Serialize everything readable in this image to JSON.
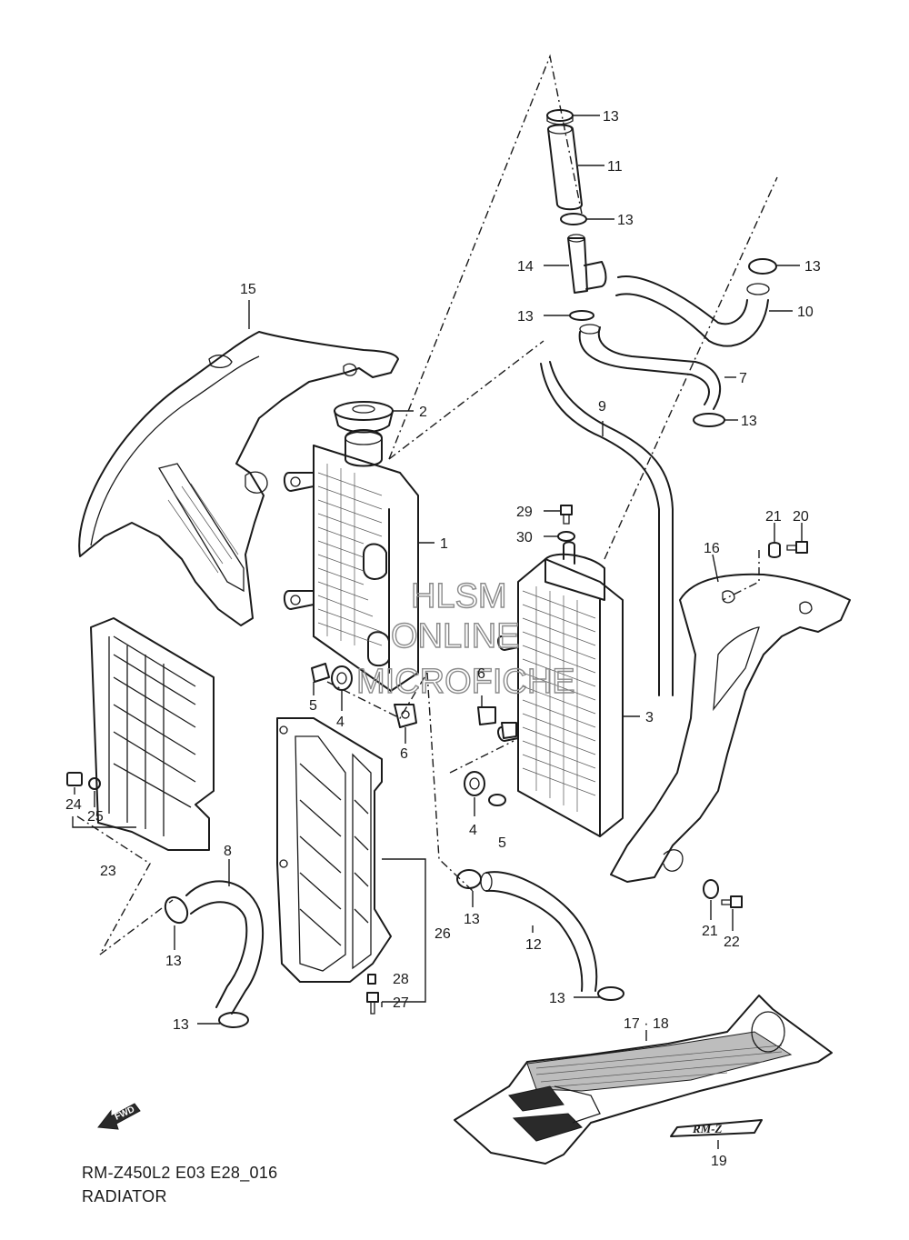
{
  "diagram": {
    "code": "RM-Z450L2 E03 E28_016",
    "title": "RADIATOR",
    "watermark": [
      "HLSM",
      "ONLINE",
      "MICROFICHE"
    ],
    "fwd_label": "FWD",
    "logo_label": "RM-Z"
  },
  "callouts": {
    "c1": "1",
    "c2": "2",
    "c3": "3",
    "c4a": "4",
    "c4b": "4",
    "c5a": "5",
    "c5b": "5",
    "c6a": "6",
    "c6b": "6",
    "c7": "7",
    "c8": "8",
    "c9": "9",
    "c10": "10",
    "c11": "11",
    "c12": "12",
    "c13a": "13",
    "c13b": "13",
    "c13c": "13",
    "c13d": "13",
    "c13e": "13",
    "c13f": "13",
    "c13g": "13",
    "c13h": "13",
    "c13i": "13",
    "c14": "14",
    "c15": "15",
    "c16": "16",
    "c17_18": "17 · 18",
    "c19": "19",
    "c20": "20",
    "c21a": "21",
    "c21b": "21",
    "c22": "22",
    "c23": "23",
    "c24": "24",
    "c25": "25",
    "c26": "26",
    "c27": "27",
    "c28": "28",
    "c29": "29",
    "c30": "30"
  }
}
